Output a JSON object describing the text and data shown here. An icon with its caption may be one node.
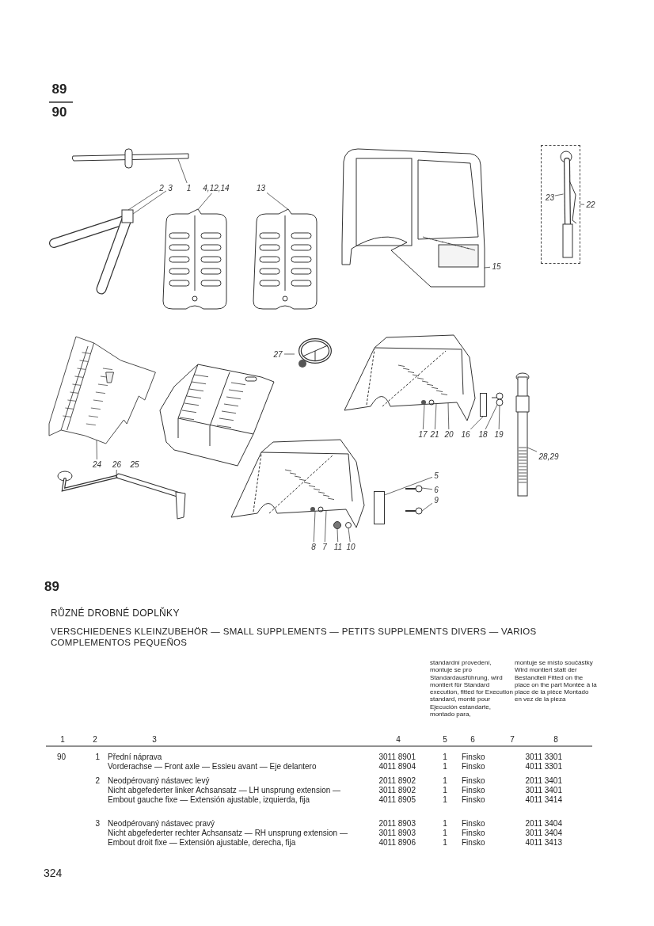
{
  "diagram": {
    "title": "RŮZNÉ DROBNÉ DOPLŇKY",
    "nodes": [
      {
        "text": [],
        "shape": "picture"
      },
      {
        "text": [
          "1"
        ]
      },
      {
        "text": [],
        "shape": "picture"
      },
      {
        "text": [
          "2"
        ]
      },
      {
        "text": [
          "3"
        ]
      },
      {
        "text": [],
        "shape": "picture"
      },
      {
        "text": [
          "4,12,14"
        ]
      },
      {
        "text": [],
        "shape": "picture"
      },
      {
        "text": [
          "13"
        ]
      },
      {
        "text": [],
        "shape": "picture"
      },
      {
        "text": [
          "15"
        ]
      },
      {
        "text": [],
        "shape": "box"
      },
      {
        "text": [
          "23"
        ],
        "in": 11
      },
      {
        "text": [],
        "shape": "picture",
        "in": 11
      },
      {
        "text": [
          "22"
        ]
      },
      {
        "text": [],
        "shape": "picture"
      },
      {
        "text": [],
        "shape": "picture"
      },
      {
        "text": [
          "24"
        ]
      },
      {
        "text": [
          "26"
        ]
      },
      {
        "text": [],
        "shape": "picture"
      },
      {
        "text": [],
        "shape": "picture"
      },
      {
        "text": [
          "27"
        ]
      },
      {
        "text": [],
        "shape": "picture"
      },
      {
        "text": [],
        "shape": "box"
      },
      {
        "text": [],
        "shape": "picture"
      },
      {
        "text": [
          "17"
        ]
      },
      {
        "text": [
          "21"
        ]
      },
      {
        "text": [
          "20"
        ]
      },
      {
        "text": [
          "16"
        ]
      },
      {
        "text": [
          "18"
        ]
      },
      {
        "text": [
          "19"
        ]
      },
      {
        "text": [],
        "shape": "picture"
      },
      {
        "text": [
          "28,29"
        ]
      },
      {
        "text": [],
        "shape": "picture"
      },
      {
        "text": [],
        "shape": "box"
      },
      {
        "text": [],
        "shape": "picture"
      },
      {
        "text": [],
        "shape": "picture"
      },
      {
        "text": [],
        "shape": "circle"
      },
      {
        "text": [],
        "shape": "circle"
      },
      {
        "text": [
          "5"
        ]
      },
      {
        "text": [
          "6"
        ]
      },
      {
        "text": [
          "9"
        ]
      },
      {
        "text": [
          "8"
        ]
      },
      {
        "text": [
          "7"
        ]
      },
      {
        "text": [
          "11"
        ]
      },
      {
        "text": [
          "10"
        ]
      }
    ],
    "edges": [
      {
        "from": 1,
        "to": 0,
        "arrow": "none"
      },
      {
        "from": 3,
        "to": 2,
        "arrow": "none"
      },
      {
        "from": 4,
        "to": 2,
        "arrow": "none"
      },
      {
        "from": 6,
        "to": 5,
        "arrow": "none"
      },
      {
        "from": 8,
        "to": 7,
        "arrow": "none"
      },
      {
        "from": 10,
        "to": 9,
        "arrow": "none"
      },
      {
        "from": 12,
        "to": 13,
        "arrow": "none"
      },
      {
        "from": 14,
        "to": 11,
        "arrow": "none"
      },
      {
        "from": 17,
        "to": 15,
        "arrow": "none"
      },
      {
        "from": 18,
        "to": 19,
        "arrow": "none"
      },
      {
        "from": 21,
        "to": 20,
        "arrow": "none"
      },
      {
        "from": 25,
        "to": 22,
        "arrow": "none"
      },
      {
        "from": 26,
        "to": 22,
        "arrow": "none"
      },
      {
        "from": 27,
        "to": 22,
        "arrow": "none"
      },
      {
        "from": 28,
        "to": 23,
        "arrow": "none"
      },
      {
        "from": 29,
        "to": 24,
        "arrow": "none"
      },
      {
        "from": 30,
        "to": 24,
        "arrow": "none"
      },
      {
        "from": 32,
        "to": 31,
        "arrow": "none"
      },
      {
        "from": 39,
        "to": 34,
        "arrow": "none"
      },
      {
        "from": 40,
        "to": 35,
        "arrow": "none"
      },
      {
        "from": 41,
        "to": 36,
        "arrow": "none"
      },
      {
        "from": 42,
        "to": 33,
        "arrow": "none"
      },
      {
        "from": 43,
        "to": 33,
        "arrow": "none"
      },
      {
        "from": 44,
        "to": 37,
        "arrow": "none"
      },
      {
        "from": 45,
        "to": 38,
        "arrow": "none"
      }
    ],
    "labels": [
      "89",
      "90",
      "25",
      "89",
      "VERSCHIEDENES KLEINZUBEHÖR — SMALL SUPPLEMENTS — PETITS SUPPLEMENTS DIVERS — VARIOS COMPLEMENTOS PEQUEÑOS",
      "standardní provedení, montuje se pro Standardausführung, wird montiert für Standard execution, fitted for Execution standard, monté pour Ejecución estandarte, montado para,",
      "montuje se místo součástky Wird montiert statt der Bestandteil Fitted on the place on the part Montée à la place de la pièce Montado en vez de la pieza",
      "1",
      "2",
      "3",
      "4",
      "5",
      "6",
      "7",
      "8",
      "90",
      "1",
      "Přední náprava",
      "Vorderachse — Front axle — Essieu avant — Eje delantero",
      "3011 8901",
      "1",
      "Finsko",
      "3011 3301",
      "4011 8904",
      "1",
      "Finsko",
      "4011 3301",
      "2",
      "Neodpérovaný nástavec levý",
      "Nicht abgefederter linker Achsansatz — LH unsprung extension — Embout gauche fixe — Extensión ajustable, izquierda, fija",
      "2011 8902",
      "1",
      "Finsko",
      "2011 3401",
      "3011 8902",
      "1",
      "Finsko",
      "3011 3401",
      "4011 8905",
      "1",
      "Finsko",
      "4011 3414",
      "3",
      "Neodpérovaný nástavec pravý",
      "Nicht abgefederter rechter Achsansatz — RH unsprung extension — Embout droit fixe — Extensión ajustable, derecha, fija",
      "2011 8903",
      "1",
      "Finsko",
      "2011 3404",
      "3011 8903",
      "1",
      "Finsko",
      "3011 3404",
      "4011 8906",
      "1",
      "Finsko",
      "4011 3413",
      "324"
    ]
  }
}
